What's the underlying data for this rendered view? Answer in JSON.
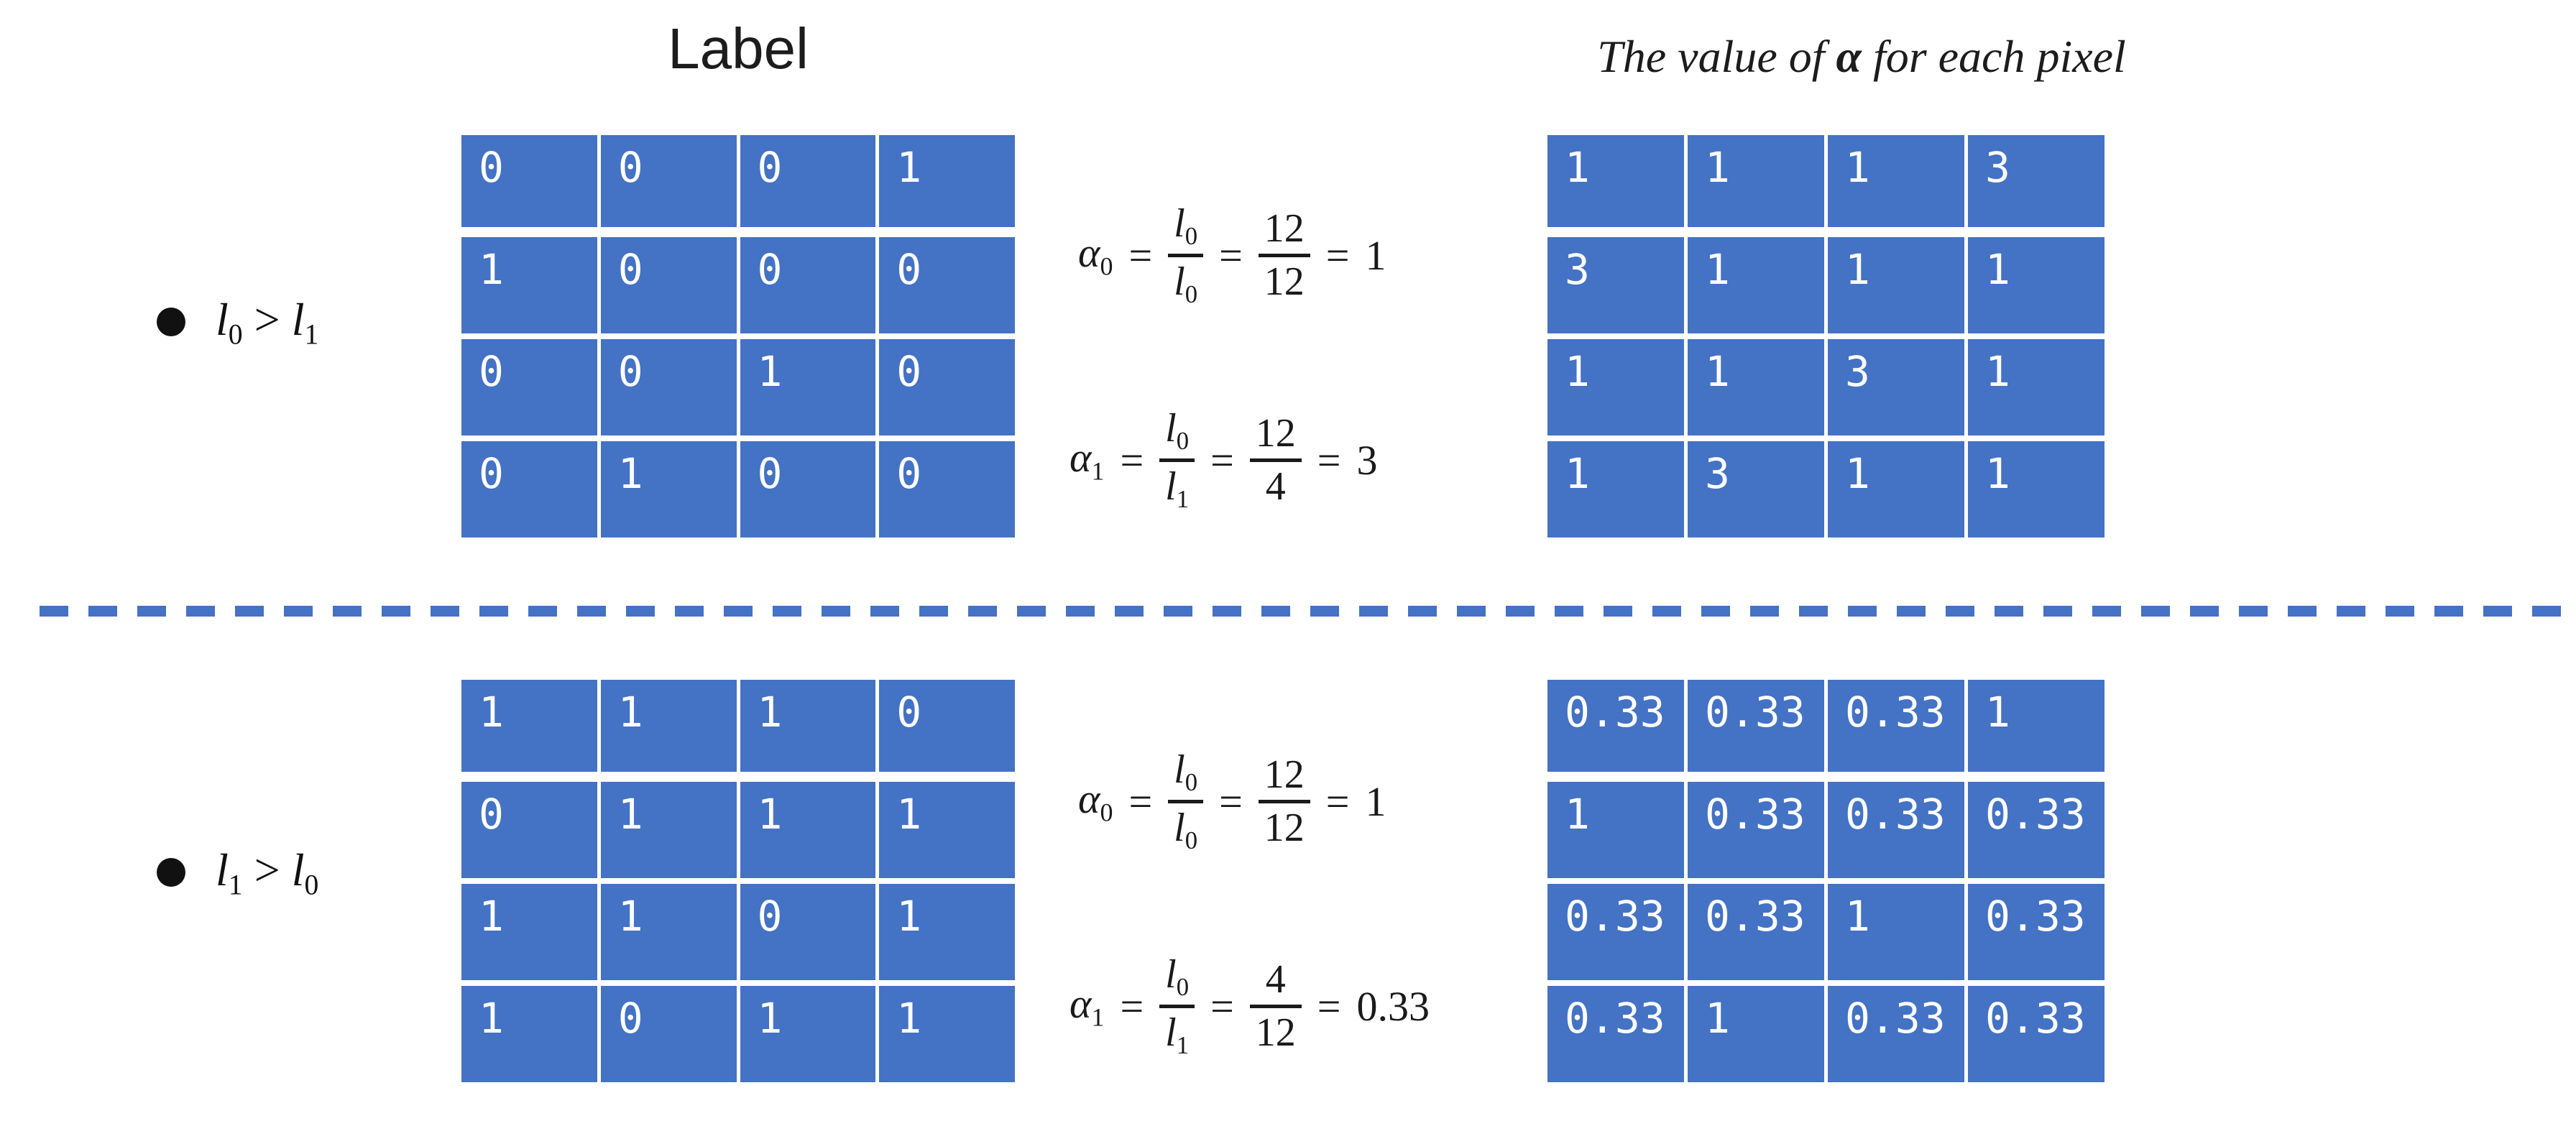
{
  "titles": {
    "label": "Label",
    "alpha_pre": "The value of ",
    "alpha_sym": "α",
    "alpha_post": " for each pixel"
  },
  "bullets": {
    "case1": {
      "l_base": "l",
      "l_sub": "0",
      "op": ">",
      "r_base": "l",
      "r_sub": "1"
    },
    "case2": {
      "l_base": "l",
      "l_sub": "1",
      "op": ">",
      "r_base": "l",
      "r_sub": "0"
    }
  },
  "grids": {
    "label_case1": [
      "0",
      "0",
      "0",
      "1",
      "1",
      "0",
      "0",
      "0",
      "0",
      "0",
      "1",
      "0",
      "0",
      "1",
      "0",
      "0"
    ],
    "alpha_case1": [
      "1",
      "1",
      "1",
      "3",
      "3",
      "1",
      "1",
      "1",
      "1",
      "1",
      "3",
      "1",
      "1",
      "3",
      "1",
      "1"
    ],
    "label_case2": [
      "1",
      "1",
      "1",
      "0",
      "0",
      "1",
      "1",
      "1",
      "1",
      "1",
      "0",
      "1",
      "1",
      "0",
      "1",
      "1"
    ],
    "alpha_case2": [
      "0.33",
      "0.33",
      "0.33",
      "1",
      "1",
      "0.33",
      "0.33",
      "0.33",
      "0.33",
      "0.33",
      "1",
      "0.33",
      "0.33",
      "1",
      "0.33",
      "0.33"
    ]
  },
  "formulas": {
    "case1_alpha0": {
      "lhs": "α",
      "lhs_sub": "0",
      "eq": "=",
      "vf_num": "l",
      "vf_num_sub": "0",
      "vf_den": "l",
      "vf_den_sub": "0",
      "nf_num": "12",
      "nf_den": "12",
      "result": "1"
    },
    "case1_alpha1": {
      "lhs": "α",
      "lhs_sub": "1",
      "eq": "=",
      "vf_num": "l",
      "vf_num_sub": "0",
      "vf_den": "l",
      "vf_den_sub": "1",
      "nf_num": "12",
      "nf_den": "4",
      "result": "3"
    },
    "case2_alpha0": {
      "lhs": "α",
      "lhs_sub": "0",
      "eq": "=",
      "vf_num": "l",
      "vf_num_sub": "0",
      "vf_den": "l",
      "vf_den_sub": "0",
      "nf_num": "12",
      "nf_den": "12",
      "result": "1"
    },
    "case2_alpha1": {
      "lhs": "α",
      "lhs_sub": "1",
      "eq": "=",
      "vf_num": "l",
      "vf_num_sub": "0",
      "vf_den": "l",
      "vf_den_sub": "1",
      "nf_num": "4",
      "nf_den": "12",
      "result": "0.33"
    }
  },
  "colors": {
    "matrix_blue": "#4472C4",
    "separator_blue": "#4472C4",
    "text_black": "#1a1a1a",
    "cell_text_white": "#ffffff"
  }
}
